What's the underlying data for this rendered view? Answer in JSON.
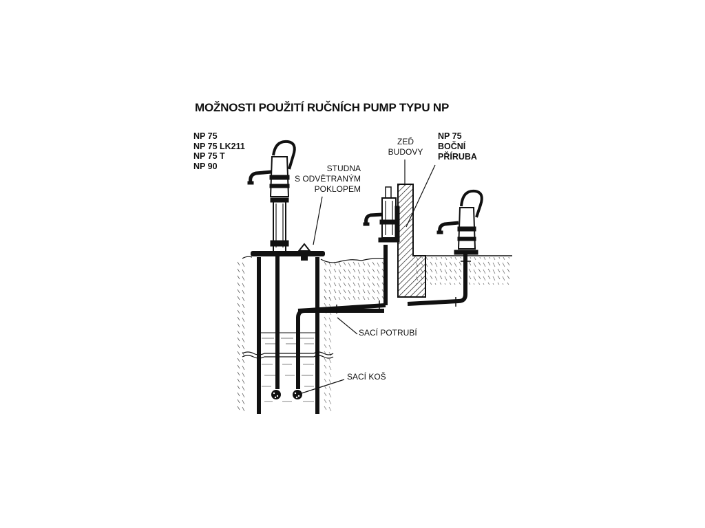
{
  "title": "MOŽNOSTI POUŽITÍ RUČNÍCH PUMP TYPU NP",
  "models": [
    "NP 75",
    "NP 75 LK211",
    "NP 75 T",
    "NP 90"
  ],
  "side_model": [
    "NP 75",
    "BOČNÍ",
    "PŘÍRUBA"
  ],
  "labels": {
    "wall": [
      "ZEĎ",
      "BUDOVY"
    ],
    "well": [
      "STUDNA",
      "S ODVĚTRANÝM",
      "POKLOPEM"
    ],
    "suction_pipe": "SACÍ POTRUBÍ",
    "suction_basket": "SACÍ KOŠ"
  },
  "colors": {
    "ink": "#111111",
    "background": "#ffffff"
  }
}
